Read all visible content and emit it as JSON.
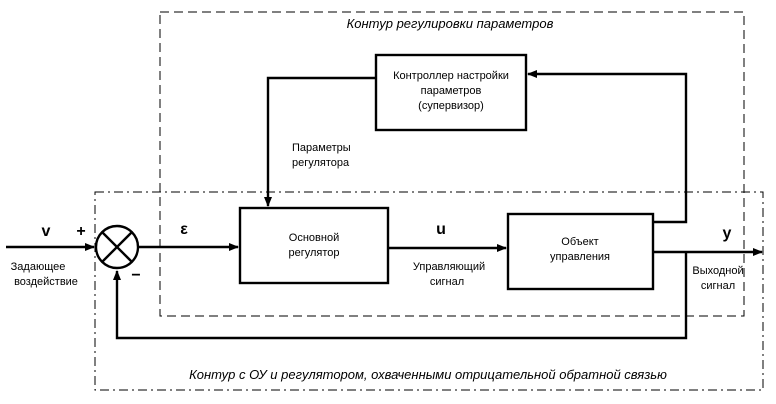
{
  "outer_loop": {
    "title": "Контур регулировки параметров"
  },
  "inner_loop": {
    "title": "Контур с ОУ и регулятором, охваченными  отрицательной обратной связью"
  },
  "supervisor": {
    "lines": [
      "Контроллер настройки",
      "параметров",
      "(супервизор)"
    ]
  },
  "regulator": {
    "lines": [
      "Основной",
      "регулятор"
    ]
  },
  "plant": {
    "lines": [
      "Объект",
      "управления"
    ]
  },
  "params_label": {
    "lines": [
      "Параметры",
      "регулятора"
    ]
  },
  "input": {
    "symbol": "v",
    "plus": "+",
    "lines": [
      "Задающее",
      "воздействие"
    ]
  },
  "summing": {
    "minus": "−"
  },
  "error": {
    "symbol": "ε"
  },
  "control": {
    "symbol": "u",
    "lines": [
      "Управляющий",
      "сигнал"
    ]
  },
  "output": {
    "symbol": "y",
    "lines": [
      "Выходной",
      "сигнал"
    ]
  }
}
